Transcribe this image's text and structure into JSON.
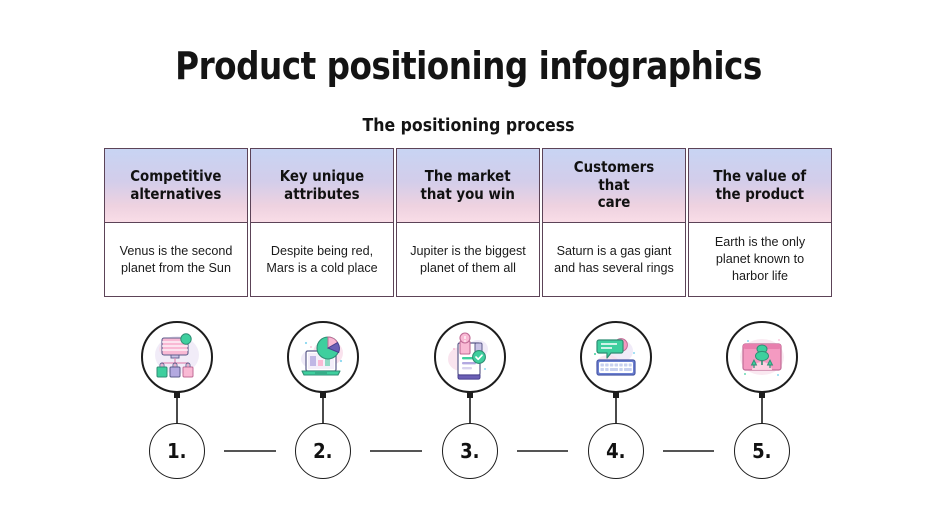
{
  "slide": {
    "title": "Product positioning infographics",
    "subtitle": "The positioning process"
  },
  "colors": {
    "header_gradient_top": "#c8d4f3",
    "header_gradient_bottom": "#f9dde7",
    "card_border": "#5c4357",
    "outline": "#1d1d1d",
    "background": "#ffffff",
    "icon_pink": "#f49ac1",
    "icon_green": "#3ecf9e",
    "icon_purple": "#9a8fd8",
    "text": "#111111"
  },
  "cards": [
    {
      "heading": "Competitive\nalternatives",
      "body": "Venus is the second planet from the Sun"
    },
    {
      "heading": "Key unique\nattributes",
      "body": "Despite being red, Mars is a cold place"
    },
    {
      "heading": "The market\nthat you win",
      "body": "Jupiter is the biggest planet of them all"
    },
    {
      "heading": "Customers that\ncare",
      "body": "Saturn is a gas giant and has several rings"
    },
    {
      "heading": "The value of\nthe product",
      "body": "Earth is the only planet known to harbor life"
    }
  ],
  "steps": [
    {
      "number": "1.",
      "icon": "monitor-hierarchy-shopping-bags-icon"
    },
    {
      "number": "2.",
      "icon": "laptop-pie-chart-icon"
    },
    {
      "number": "3.",
      "icon": "checklist-document-check-icon"
    },
    {
      "number": "4.",
      "icon": "keyboard-speech-bubble-icon"
    },
    {
      "number": "5.",
      "icon": "growth-plant-card-icon"
    }
  ]
}
